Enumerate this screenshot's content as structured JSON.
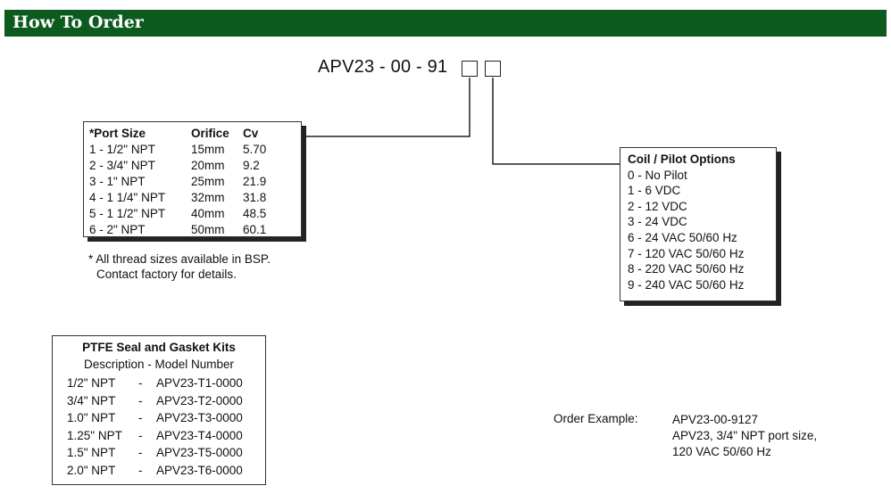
{
  "header": {
    "title": "How To Order"
  },
  "model": {
    "prefix": "APV23 - 00 - 91"
  },
  "port_table": {
    "headers": [
      "*Port Size",
      "Orifice",
      "Cv"
    ],
    "rows": [
      [
        "1 - 1/2\" NPT",
        "15mm",
        "5.70"
      ],
      [
        "2 - 3/4\" NPT",
        "20mm",
        "9.2"
      ],
      [
        "3 - 1\" NPT",
        "25mm",
        "21.9"
      ],
      [
        "4 - 1 1/4\" NPT",
        "32mm",
        "31.8"
      ],
      [
        "5 - 1 1/2\" NPT",
        "40mm",
        "48.5"
      ],
      [
        "6 - 2\" NPT",
        "50mm",
        "60.1"
      ]
    ]
  },
  "footnote": {
    "line1": "* All thread sizes available in BSP.",
    "line2": "Contact factory for details."
  },
  "coil": {
    "title": "Coil / Pilot Options",
    "options": [
      "0 - No Pilot",
      "1 - 6 VDC",
      "2 - 12 VDC",
      "3 - 24 VDC",
      "6 - 24 VAC 50/60 Hz",
      "7 - 120 VAC 50/60 Hz",
      "8 - 220 VAC 50/60 Hz",
      "9 - 240 VAC 50/60 Hz"
    ]
  },
  "ptfe": {
    "title": "PTFE Seal and Gasket Kits",
    "subtitle": "Description - Model Number",
    "rows": [
      [
        "1/2\" NPT",
        "-",
        "APV23-T1-0000"
      ],
      [
        "3/4\" NPT",
        "-",
        "APV23-T2-0000"
      ],
      [
        "1.0\" NPT",
        "-",
        "APV23-T3-0000"
      ],
      [
        "1.25\" NPT",
        "-",
        "APV23-T4-0000"
      ],
      [
        "1.5\" NPT",
        "-",
        "APV23-T5-0000"
      ],
      [
        "2.0\" NPT",
        "-",
        "APV23-T6-0000"
      ]
    ]
  },
  "order_example": {
    "label": "Order Example:",
    "lines": [
      "APV23-00-9127",
      "APV23, 3/4\" NPT port size,",
      "120 VAC 50/60 Hz"
    ]
  },
  "colors": {
    "header_bg": "#0d5a1e",
    "header_text": "#ffffff"
  }
}
